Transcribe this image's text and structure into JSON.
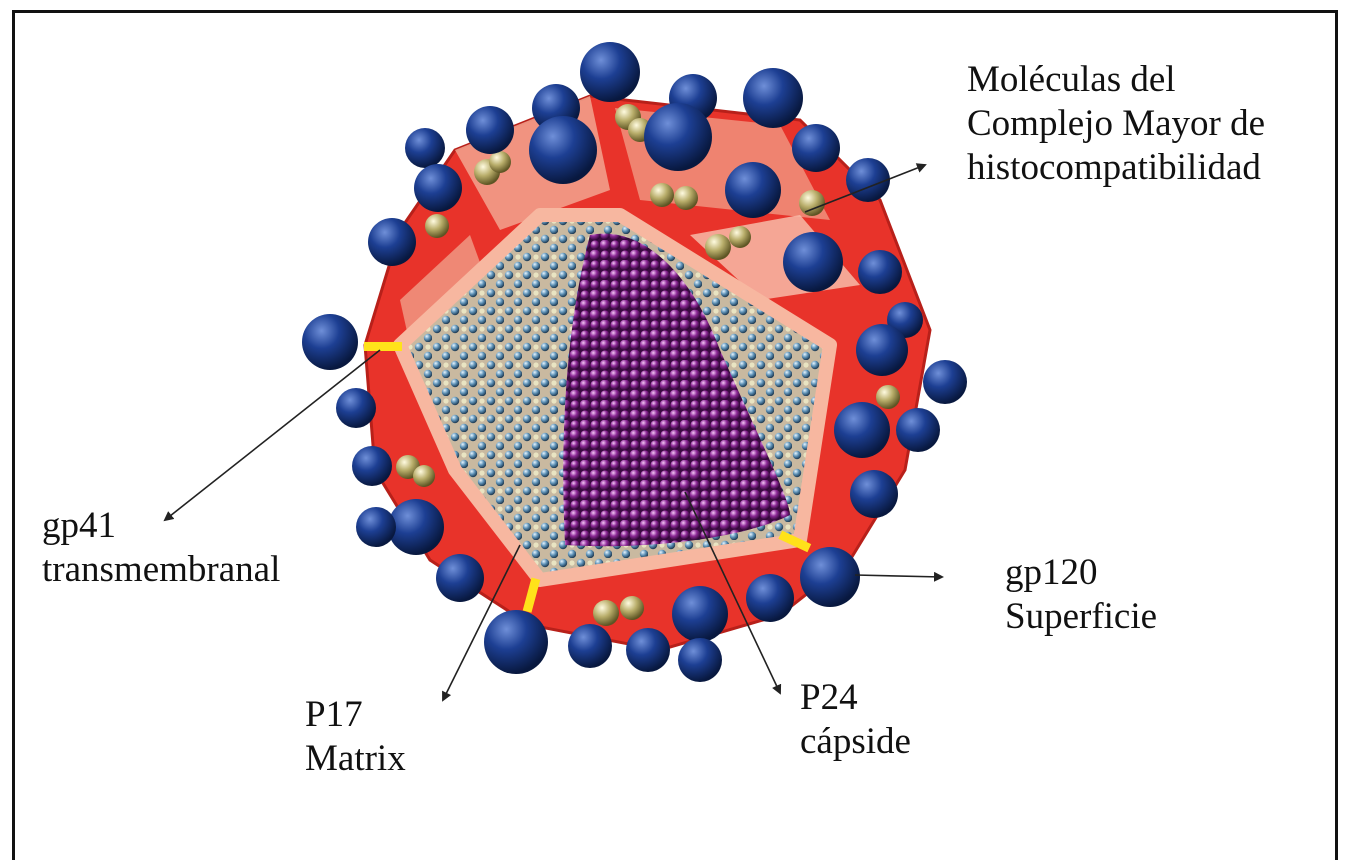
{
  "labels": {
    "mhc": {
      "line1": "Moléculas del",
      "line2": "Complejo Mayor de",
      "line3": "histocompatibilidad"
    },
    "gp41": {
      "line1": "gp41",
      "line2": "transmembranal"
    },
    "gp120": {
      "line1": "gp120",
      "line2": "Superficie"
    },
    "p17": {
      "line1": "P17",
      "line2": "Matrix"
    },
    "p24": {
      "line1": "P24",
      "line2": "cápside"
    }
  },
  "colors": {
    "envelope": "#e8332a",
    "envelope_inner": "#f2a58f",
    "knob": "#1d3f93",
    "mhc_sphere": "#b8ad6a",
    "capsid": "#8e2a98",
    "matrix": "#5f93b8",
    "gp41_marker": "#ffe21a"
  }
}
